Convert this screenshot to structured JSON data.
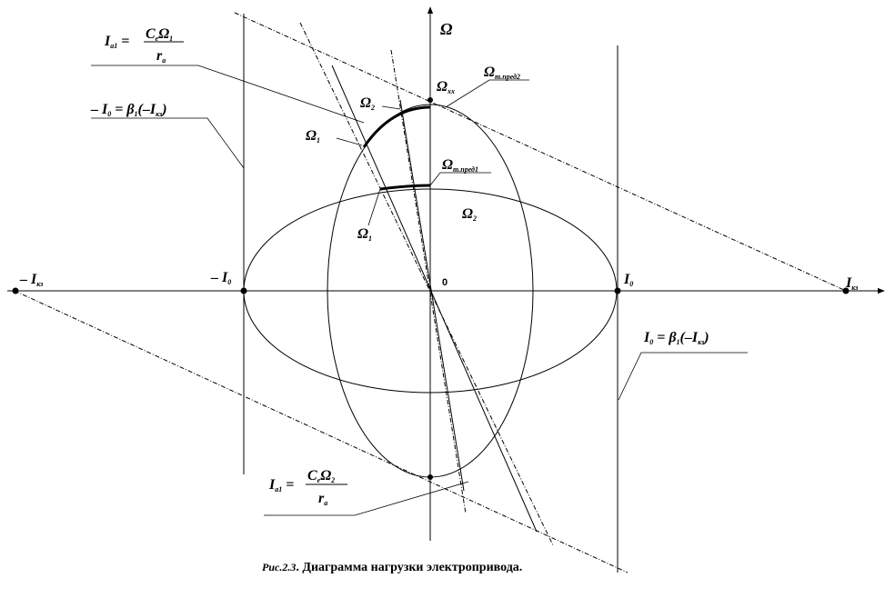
{
  "axes": {
    "vertical_symbol": "Ω",
    "horizontal_symbol": "I",
    "horizontal_sub": "кз",
    "origin": "0"
  },
  "labels": {
    "omega_xx": {
      "main": "Ω",
      "sub": "хх"
    },
    "omega_pred2": {
      "main": "Ω",
      "sub": "т.пред2"
    },
    "omega_pred1": {
      "main": "Ω",
      "sub": "т.пред1"
    },
    "omega2_top": {
      "main": "Ω",
      "sub": "2"
    },
    "omega1_top": {
      "main": "Ω",
      "sub": "1"
    },
    "omega2_inner": {
      "main": "Ω",
      "sub": "2"
    },
    "omega1_inner": {
      "main": "Ω",
      "sub": "1"
    },
    "minus_ikz": {
      "prefix": "– I",
      "sub": "кз"
    },
    "minus_i0": {
      "prefix": "– I",
      "sub": "0"
    },
    "i0": {
      "prefix": "I",
      "sub": "0"
    }
  },
  "formulas": {
    "ia1_top": {
      "lhs": "I",
      "lhs_sub": "а1",
      "eq": "=",
      "num": "C",
      "num_sub": "е",
      "num2": "Ω",
      "num2_sub": "1",
      "den": "r",
      "den_sub": "а"
    },
    "ia1_bottom": {
      "lhs": "I",
      "lhs_sub": "а1",
      "eq": "=",
      "num": "C",
      "num_sub": "е",
      "num2": "Ω",
      "num2_sub": "2",
      "den": "r",
      "den_sub": "а"
    },
    "minus_i0_eq": {
      "text": "– I",
      "sub": "0",
      "rest": " = β",
      "rest_sub": "1",
      "tail": "(–I",
      "tail_sub": "кз",
      "end": ")"
    },
    "i0_eq": {
      "text": "I",
      "sub": "0",
      "rest": " = β",
      "rest_sub": "1",
      "tail": "(–I",
      "tail_sub": "кз",
      "end": ")"
    }
  },
  "caption": {
    "prefix": "Рис.2.3",
    "text": ". Диаграмма нагрузки электропривода."
  }
}
